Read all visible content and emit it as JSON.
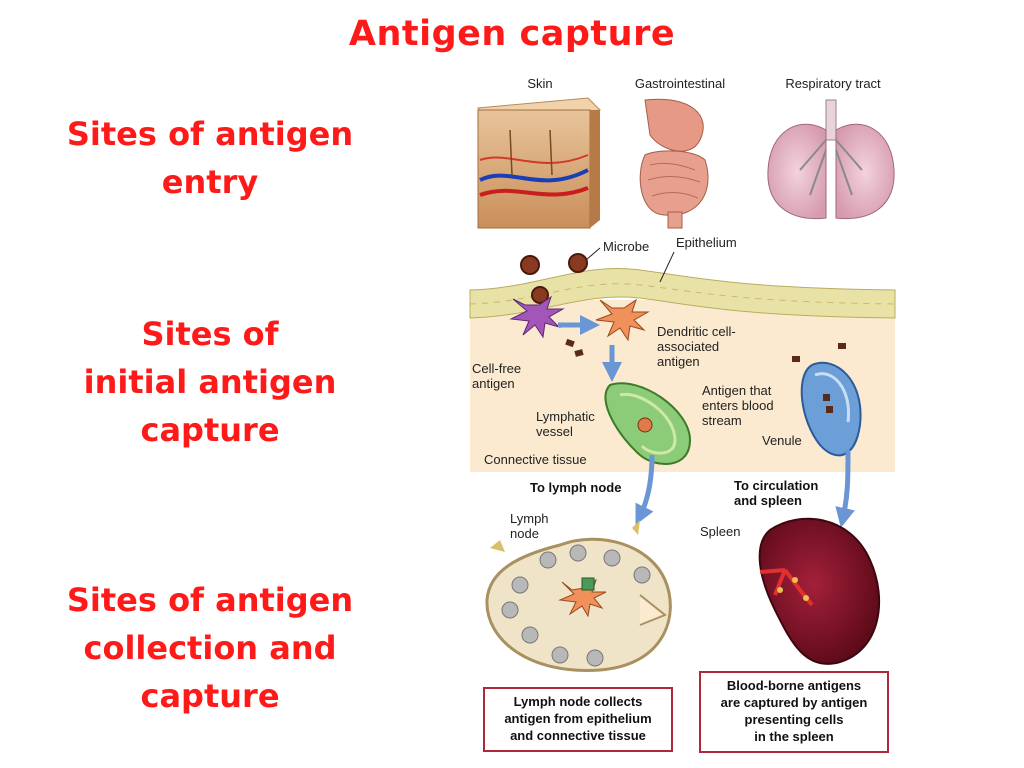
{
  "title": "Antigen capture",
  "sides": {
    "entry": [
      "Sites of antigen",
      "entry"
    ],
    "initial": [
      "Sites of",
      "initial antigen",
      "capture"
    ],
    "collection": [
      "Sites of antigen",
      "collection and",
      "capture"
    ]
  },
  "organs": {
    "skin": "Skin",
    "gi": "Gastrointestinal",
    "resp": "Respiratory tract"
  },
  "labels": {
    "microbe": "Microbe",
    "epithelium": "Epithelium",
    "dendritic": [
      "Dendritic cell-",
      "associated",
      "antigen"
    ],
    "cellfree": [
      "Cell-free",
      "antigen"
    ],
    "blood_antigen": [
      "Antigen that",
      "enters blood",
      "stream"
    ],
    "lymphatic": [
      "Lymphatic",
      "vessel"
    ],
    "venule": "Venule",
    "connective": "Connective tissue",
    "to_lymph": "To lymph node",
    "to_circ": [
      "To circulation",
      "and spleen"
    ],
    "lymph_node": [
      "Lymph",
      "node"
    ],
    "spleen": "Spleen"
  },
  "boxes": {
    "lymph": [
      "Lymph node collects",
      "antigen from epithelium",
      "and connective tissue"
    ],
    "blood": [
      "Blood-borne antigens",
      "are captured by antigen",
      "presenting cells",
      "in the spleen"
    ]
  },
  "colors": {
    "heading": "#ff1a1a",
    "box_border": "#b0283a",
    "arrow": "#6a96d6"
  }
}
